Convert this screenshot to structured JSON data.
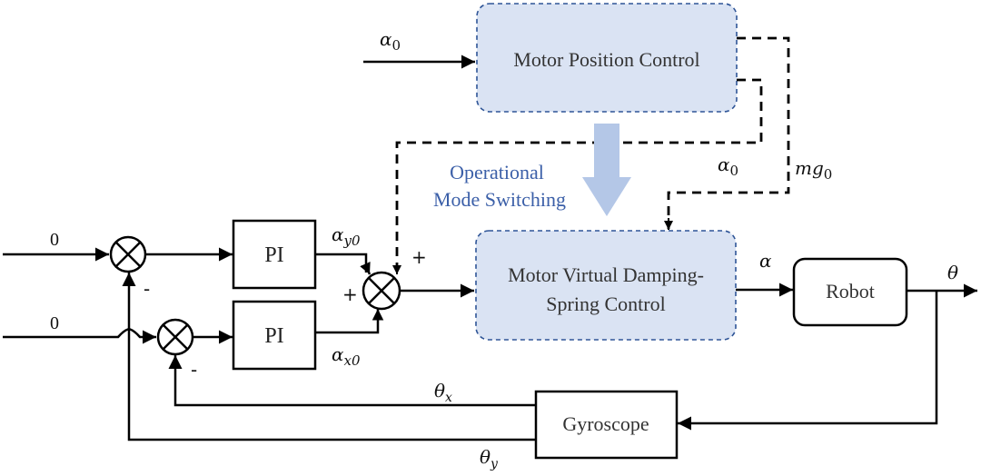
{
  "colors": {
    "control_box_fill": "#dae3f3",
    "control_box_border": "#2f5597",
    "mode_arrow": "#b4c7e7",
    "mode_text": "#3b5fa8",
    "line": "#000000"
  },
  "blocks": {
    "motor_position_control": "Motor Position Control",
    "motor_vdsc_line1": "Motor Virtual Damping-",
    "motor_vdsc_line2": "Spring Control",
    "pi_top": "PI",
    "pi_bottom": "PI",
    "robot": "Robot",
    "gyroscope": "Gyroscope"
  },
  "annotations": {
    "mode_switch_line1": "Operational",
    "mode_switch_line2": "Mode Switching"
  },
  "signals": {
    "alpha0_input": {
      "base": "α",
      "sub": "0"
    },
    "alpha0_dashed": {
      "base": "α",
      "sub": "0"
    },
    "mg0": {
      "base": "mg",
      "sub": "0"
    },
    "ref_top": "0",
    "ref_bottom": "0",
    "alpha_y0": {
      "base": "α",
      "sub": "y0"
    },
    "alpha_x0": {
      "base": "α",
      "sub": "x0"
    },
    "alpha": "α",
    "theta": "θ",
    "theta_x": {
      "base": "θ",
      "sub": "x"
    },
    "theta_y": {
      "base": "θ",
      "sub": "y"
    }
  },
  "signs": {
    "sum_top_minus": "-",
    "sum_bottom_minus": "-",
    "sum_main_plus_left": "+",
    "sum_main_plus_top": "+"
  }
}
